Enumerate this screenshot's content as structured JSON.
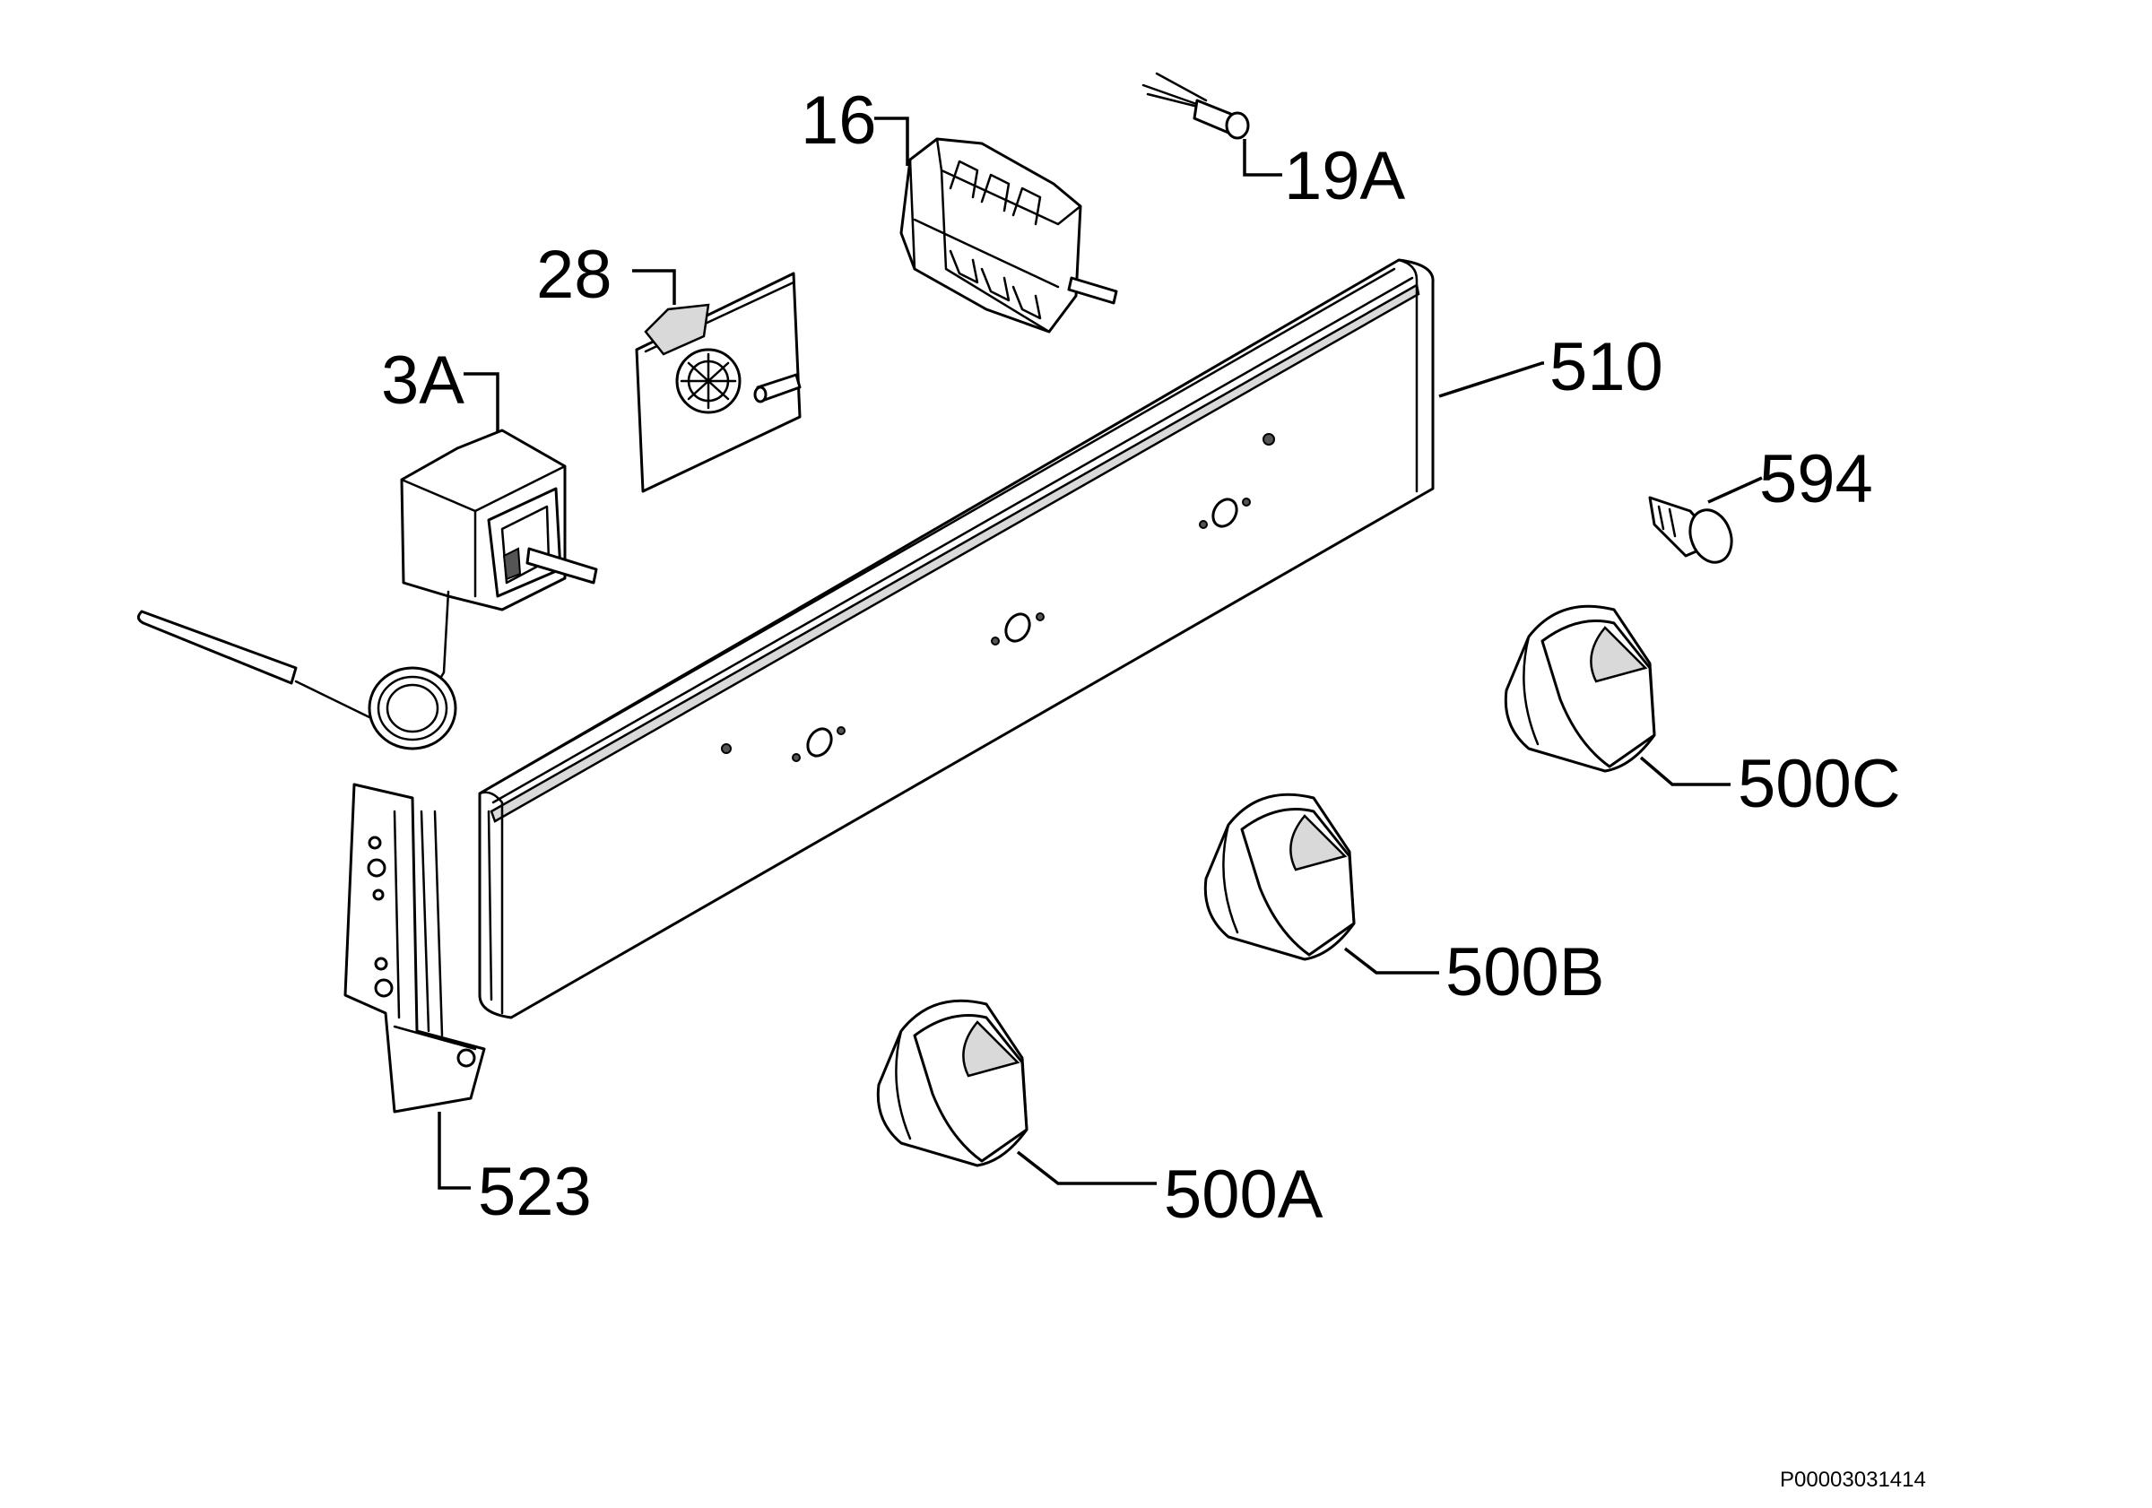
{
  "callouts": {
    "c16": "16",
    "c19a": "19A",
    "c28": "28",
    "c3a": "3A",
    "c510": "510",
    "c594": "594",
    "c500c": "500C",
    "c500b": "500B",
    "c500a": "500A",
    "c523": "523"
  },
  "doc_code": "P00003031414"
}
